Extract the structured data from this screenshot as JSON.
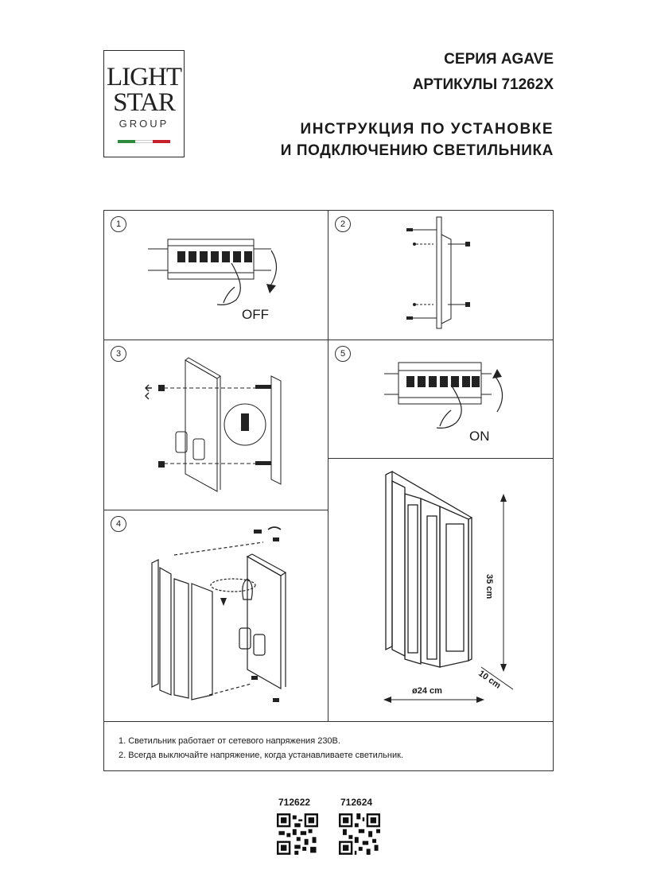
{
  "logo": {
    "line1": "LIGHT",
    "line2": "STAR",
    "line3": "GROUP",
    "flag_colors": [
      "#2e8b3e",
      "#ffffff",
      "#c8202b"
    ]
  },
  "header": {
    "series": "СЕРИЯ AGAVE",
    "articles": "АРТИКУЛЫ 71262X",
    "title_line1": "ИНСТРУКЦИЯ ПО УСТАНОВКЕ",
    "title_line2": "И ПОДКЛЮЧЕНИЮ СВЕТИЛЬНИКА"
  },
  "steps": {
    "s1": {
      "num": "1",
      "label": "OFF"
    },
    "s2": {
      "num": "2"
    },
    "s3": {
      "num": "3"
    },
    "s4": {
      "num": "4"
    },
    "s5": {
      "num": "5",
      "label": "ON"
    }
  },
  "dimensions": {
    "height": "35 cm",
    "diameter": "ø24 cm",
    "depth": "10 cm"
  },
  "notes": [
    "1. Светильник работает от сетевого напряжения 230В.",
    "2. Всегда выключайте напряжение, когда устанавливаете светильник."
  ],
  "articles_codes": [
    "712622",
    "712624"
  ]
}
